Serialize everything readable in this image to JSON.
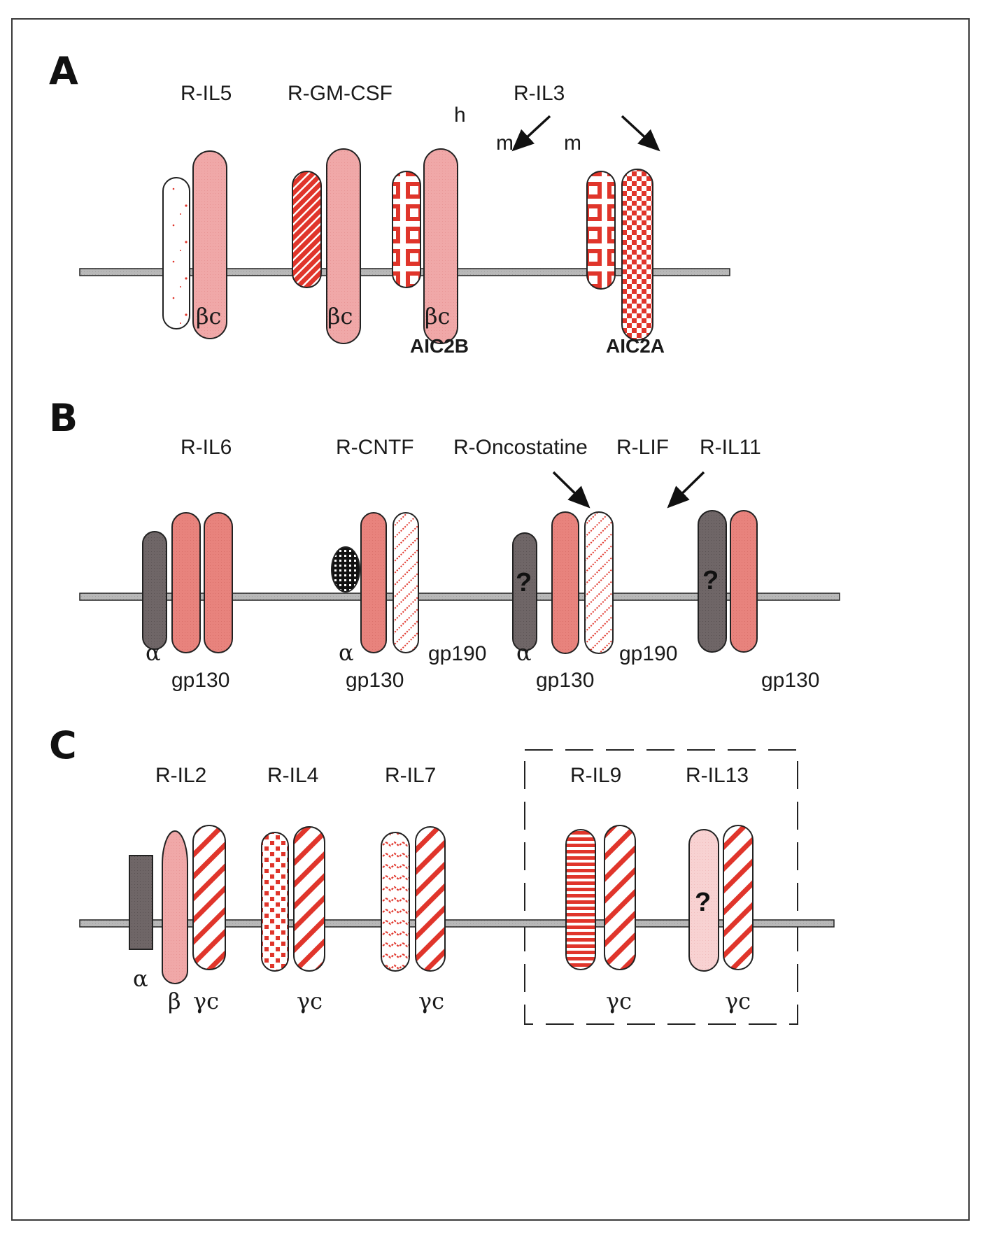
{
  "colors": {
    "pink_solid": "#f0a8a8",
    "salmon_solid": "#e8837d",
    "light_pink": "#f8cfcf",
    "dark_gray": "#6f6667",
    "red_pattern": "#e0352b",
    "membrane": "#b5b5b5",
    "outline": "#222222"
  },
  "panels": [
    {
      "id": "A",
      "letter": "A",
      "receptor_labels": [
        "R-IL5",
        "R-GM-CSF",
        "R-IL3"
      ],
      "species_labels": [
        "h",
        "m",
        "m"
      ],
      "subunit_labels": [
        "βc",
        "βc",
        "βc"
      ],
      "bold_labels": [
        "AIC2B",
        "AIC2A"
      ],
      "chains": [
        {
          "name": "IL5-alpha",
          "pattern": "sparse-dots"
        },
        {
          "name": "IL5-beta-c",
          "pattern": "solid-pink"
        },
        {
          "name": "GMCSF-alpha",
          "pattern": "dense-diagonal-red"
        },
        {
          "name": "GMCSF-beta-c",
          "pattern": "solid-pink"
        },
        {
          "name": "IL3-alpha-h",
          "pattern": "square-grid-red"
        },
        {
          "name": "IL3-beta-c-AIC2B",
          "pattern": "solid-pink"
        },
        {
          "name": "IL3-alpha-m",
          "pattern": "square-grid-red"
        },
        {
          "name": "IL3-AIC2A",
          "pattern": "checkerboard-red"
        }
      ]
    },
    {
      "id": "B",
      "letter": "B",
      "receptor_labels": [
        "R-IL6",
        "R-CNTF",
        "R-Oncostatine",
        "R-LIF",
        "R-IL11"
      ],
      "subunit_labels": {
        "alpha": "α",
        "gp130": "gp130",
        "gp190": "gp190"
      },
      "unknown_mark": "?",
      "chains": [
        {
          "name": "IL6-alpha",
          "pattern": "solid-gray"
        },
        {
          "name": "IL6-gp130-1",
          "pattern": "solid-salmon"
        },
        {
          "name": "IL6-gp130-2",
          "pattern": "solid-salmon"
        },
        {
          "name": "CNTF-alpha",
          "pattern": "black-dotted"
        },
        {
          "name": "CNTF-gp130",
          "pattern": "solid-salmon"
        },
        {
          "name": "CNTF-gp190",
          "pattern": "diagonal-dots-red"
        },
        {
          "name": "OSM-alpha",
          "pattern": "solid-gray"
        },
        {
          "name": "OSM-LIF-gp130",
          "pattern": "solid-salmon"
        },
        {
          "name": "LIF-gp190",
          "pattern": "diagonal-dots-red"
        },
        {
          "name": "IL11-alpha",
          "pattern": "solid-gray"
        },
        {
          "name": "IL11-gp130",
          "pattern": "solid-salmon"
        }
      ]
    },
    {
      "id": "C",
      "letter": "C",
      "receptor_labels": [
        "R-IL2",
        "R-IL4",
        "R-IL7",
        "R-IL9",
        "R-IL13"
      ],
      "subunit_labels": {
        "alpha": "α",
        "beta": "β",
        "gamma_c": "γc"
      },
      "unknown_mark": "?",
      "chains": [
        {
          "name": "IL2-alpha",
          "pattern": "solid-gray-rect"
        },
        {
          "name": "IL2-beta",
          "pattern": "solid-pink"
        },
        {
          "name": "IL2-gamma-c",
          "pattern": "wide-diagonal-red"
        },
        {
          "name": "IL4-alpha",
          "pattern": "square-dots-red"
        },
        {
          "name": "IL4-gamma-c",
          "pattern": "wide-diagonal-red"
        },
        {
          "name": "IL7-alpha",
          "pattern": "wavy-red"
        },
        {
          "name": "IL7-gamma-c",
          "pattern": "wide-diagonal-red"
        },
        {
          "name": "IL9-alpha",
          "pattern": "horizontal-stripes-red"
        },
        {
          "name": "IL9-gamma-c",
          "pattern": "wide-diagonal-red"
        },
        {
          "name": "IL13-alpha",
          "pattern": "light-pink"
        },
        {
          "name": "IL13-gamma-c",
          "pattern": "wide-diagonal-red"
        }
      ]
    }
  ]
}
